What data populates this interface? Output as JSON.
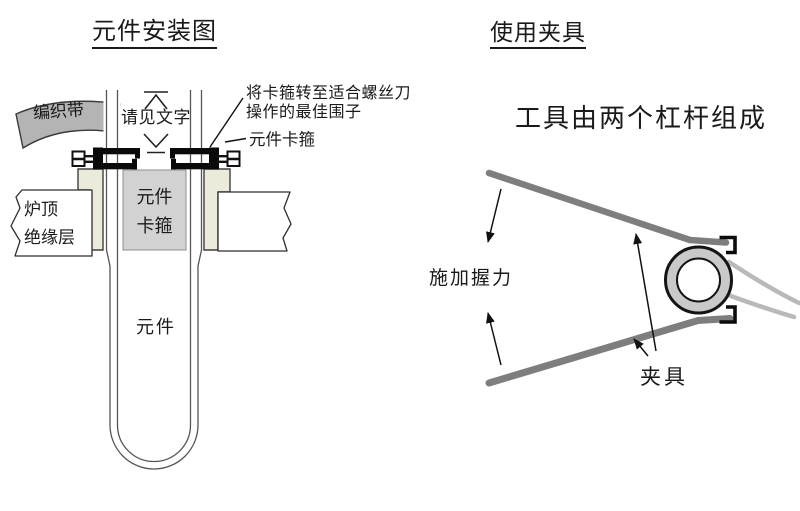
{
  "left_diagram": {
    "title": "元件安装图",
    "strap_label": "编织带",
    "see_text_label": "请见文字",
    "note_line1": "将卡箍转至适合螺丝刀",
    "note_line2": "操作的最佳围子",
    "clamp_pointer_label": "元件卡箍",
    "insulation_line1": "炉顶",
    "insulation_line2": "绝缘层",
    "center_clamp_line1": "元件",
    "center_clamp_line2": "卡箍",
    "element_label": "元件"
  },
  "right_diagram": {
    "title": "使用夹具",
    "heading": "工具由两个杠杆组成",
    "grip_force_label": "施加握力",
    "clamp_label": "夹具"
  },
  "colors": {
    "strap_gray": "#b4b4b4",
    "insulation_beige": "#ecebdb",
    "clamp_black": "#0a0a0a",
    "box_gray": "#d2d2d2",
    "lever_gray": "#7e7e7e",
    "band_light_gray": "#b9b9b9",
    "ring_gray": "#c9c9c9",
    "outline_dark": "#2f2f2f"
  }
}
